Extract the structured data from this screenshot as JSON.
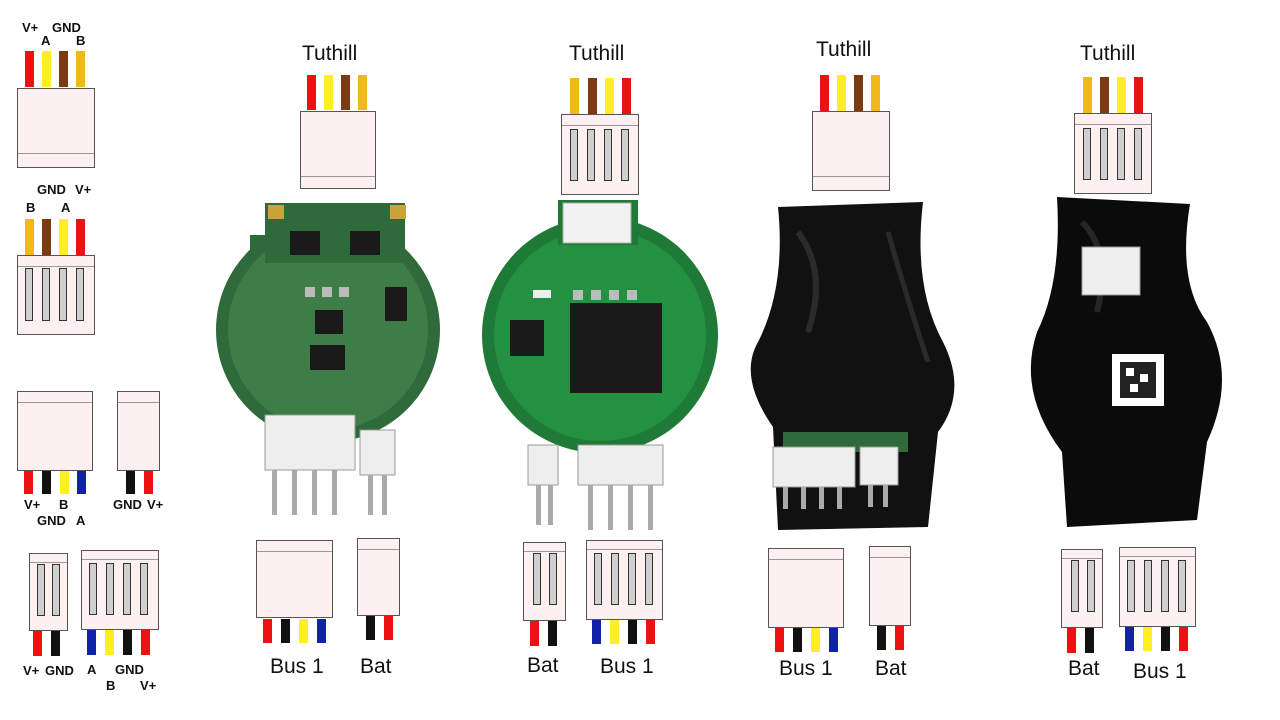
{
  "colors": {
    "red": "#ee1111",
    "yellow": "#ffee22",
    "brown": "#7a3a12",
    "orange": "#f0b818",
    "black": "#111111",
    "blue": "#1122aa"
  },
  "legend": {
    "c1": {
      "vplus": "V+",
      "gnd": "GND",
      "a": "A",
      "b": "B"
    },
    "c2": {
      "gnd": "GND",
      "vplus": "V+",
      "b": "B",
      "a": "A"
    },
    "c3": {
      "vplus": "V+",
      "b": "B",
      "gnd": "GND",
      "a": "A"
    },
    "c4": {
      "gnd": "GND",
      "vplus": "V+"
    },
    "c5": {
      "vplus": "V+",
      "gnd": "GND"
    },
    "c6": {
      "a": "A",
      "gnd": "GND",
      "b": "B",
      "vplus": "V+"
    }
  },
  "modules": [
    {
      "top": "Tuthill",
      "left": "Bus 1",
      "right": "Bat"
    },
    {
      "top": "Tuthill",
      "left": "Bat",
      "right": "Bus 1"
    },
    {
      "top": "Tuthill",
      "left": "Bus 1",
      "right": "Bat"
    },
    {
      "top": "Tuthill",
      "left": "Bat",
      "right": "Bus 1"
    }
  ]
}
